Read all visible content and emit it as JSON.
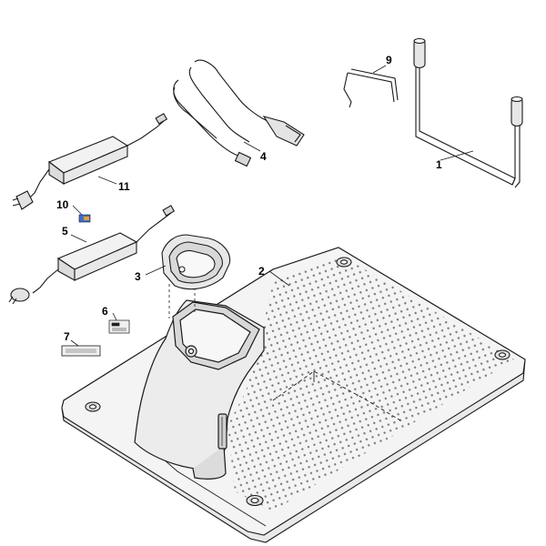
{
  "diagram": {
    "callouts": [
      {
        "id": "1",
        "label": "1"
      },
      {
        "id": "2",
        "label": "2"
      },
      {
        "id": "3",
        "label": "3"
      },
      {
        "id": "4",
        "label": "4"
      },
      {
        "id": "5",
        "label": "5"
      },
      {
        "id": "6",
        "label": "6"
      },
      {
        "id": "7",
        "label": "7"
      },
      {
        "id": "9",
        "label": "9"
      },
      {
        "id": "10",
        "label": "10"
      },
      {
        "id": "11",
        "label": "11"
      }
    ]
  },
  "colors": {
    "line": "#1a1a1a",
    "fill_light": "#f4f4f4",
    "fill_mid": "#e6e6e6",
    "fill_dark": "#cfcfcf",
    "dot": "#7a7a7a",
    "badge_blue": "#3b6fd6",
    "badge_orange": "#f0a020"
  }
}
